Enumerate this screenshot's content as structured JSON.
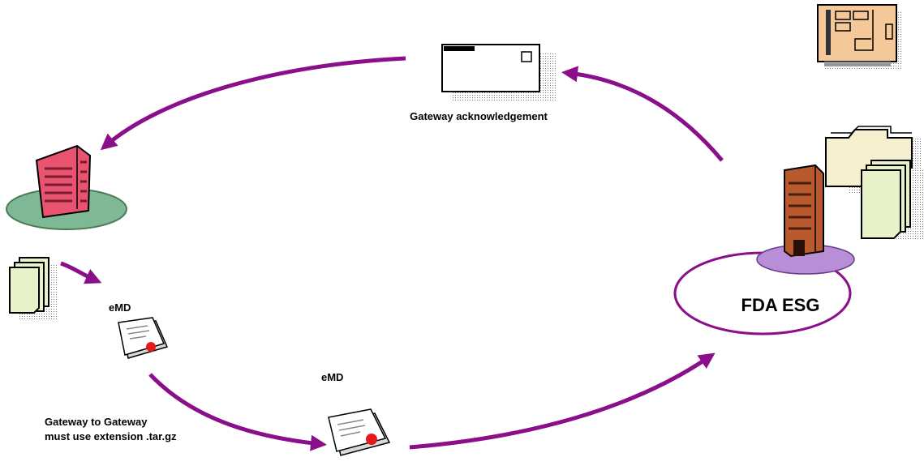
{
  "labels": {
    "gateway_ack": "Gateway acknowledgement",
    "fda_esg": "FDA ESG",
    "sig_top": "eMD",
    "sig_bottom": "eMD",
    "note_line1": "Gateway to Gateway",
    "note_line2": "must use extension .tar.gz"
  },
  "colors": {
    "arrow": "#8b0f8b",
    "building_pink": "#e8536f",
    "building_brown": "#b85a2e",
    "ellipse_green": "#7fb894",
    "ellipse_purple": "#b98ed8",
    "paper_green": "#e8f2c8",
    "card_orange": "#f5c89a"
  },
  "icons": [
    "envelope-icon",
    "server-card-icon",
    "folder-icon",
    "document-stack-icon",
    "pink-building-icon",
    "brown-tower-icon",
    "signature-pad-icon"
  ]
}
